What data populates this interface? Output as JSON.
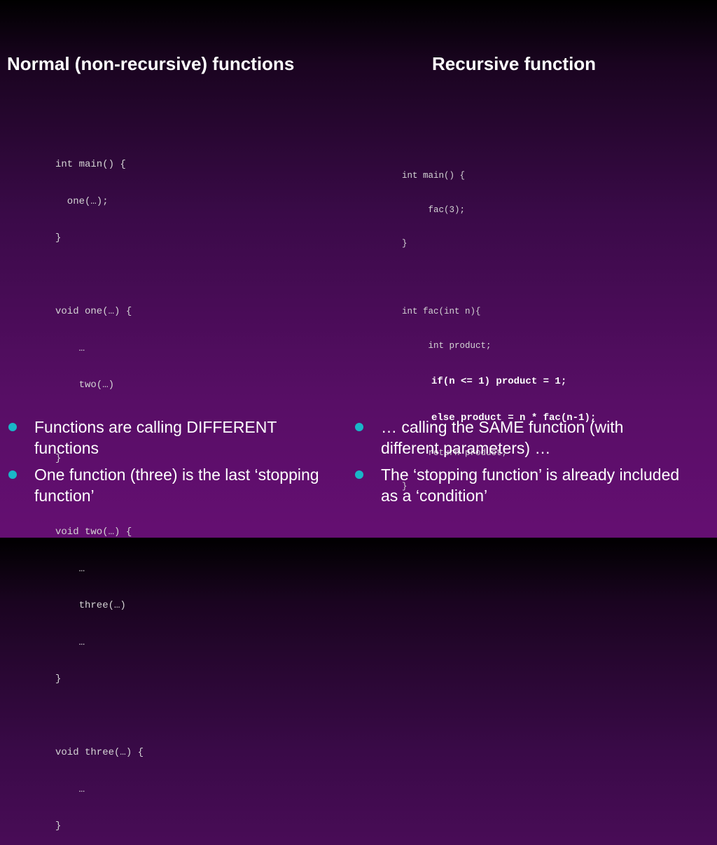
{
  "headings": {
    "left": "Normal (non-recursive) functions",
    "right": "Recursive function"
  },
  "left_code": [
    "int main() {",
    "  one(…);",
    "}",
    "",
    "void one(…) {",
    "    …",
    "    two(…)",
    "    …",
    "}",
    "",
    "void two(…) {",
    "    …",
    "    three(…)",
    "    …",
    "}",
    "",
    "void three(…) {",
    "    …",
    "}"
  ],
  "right_code": [
    "int main() {",
    "     fac(3);",
    "}",
    "",
    "int fac(int n){",
    "     int product;",
    "     if(n <= 1) product = 1;",
    "     else product = n * fac(n-1);",
    "     return product;",
    "}"
  ],
  "left_bullets": [
    "Functions are calling DIFFERENT functions",
    "One function (three) is the last ‘stopping function’"
  ],
  "right_bullets": [
    "… calling the SAME function (with different parameters) …",
    "The ‘stopping function’ is already included  as a ‘condition’"
  ],
  "colors": {
    "bullet": "#19b6c8",
    "background_top": "#000000",
    "background_bottom": "#650f72",
    "text": "#ffffff"
  }
}
